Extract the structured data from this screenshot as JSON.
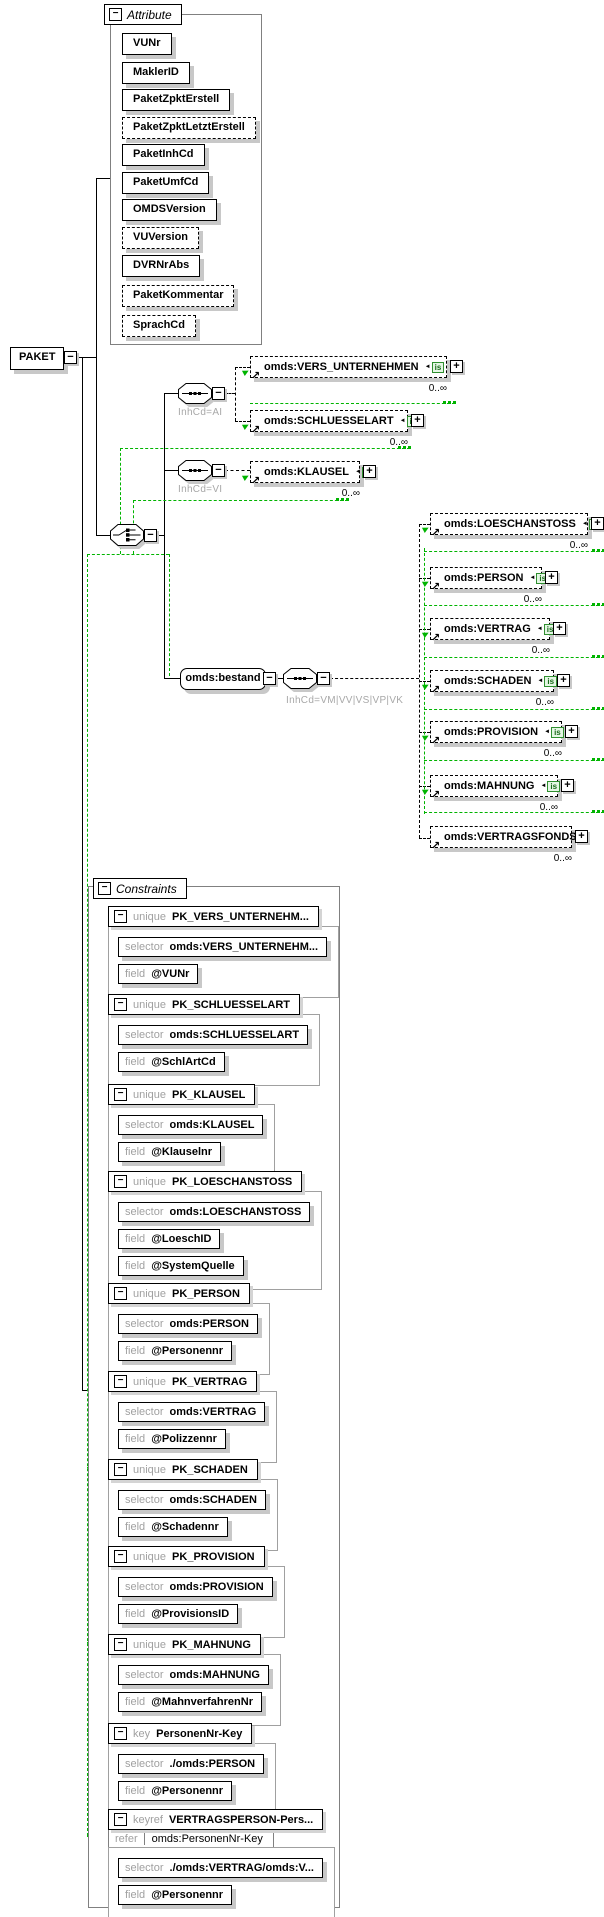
{
  "icons": {
    "collapse": "−",
    "expand": "+",
    "reference_arrow": "↗",
    "badge_arrow": "◄",
    "substitution_badge": "is"
  },
  "colors": {
    "connector_green": "#00b400",
    "shadow_gray": "#c8c8c8",
    "muted_text": "#a0a0a0",
    "badge_green_border": "#2f8f2f",
    "badge_green_bg": "#e4f7e4"
  },
  "root": {
    "label": "PAKET"
  },
  "attribute_group": {
    "title": "Attribute",
    "items": [
      {
        "label": "VUNr",
        "optional": false
      },
      {
        "label": "MaklerID",
        "optional": false
      },
      {
        "label": "PaketZpktErstell",
        "optional": false
      },
      {
        "label": "PaketZpktLetztErstell",
        "optional": true
      },
      {
        "label": "PaketInhCd",
        "optional": false
      },
      {
        "label": "PaketUmfCd",
        "optional": false
      },
      {
        "label": "OMDSVersion",
        "optional": false
      },
      {
        "label": "VUVersion",
        "optional": true
      },
      {
        "label": "DVRNrAbs",
        "optional": false
      },
      {
        "label": "PaketKommentar",
        "optional": true
      },
      {
        "label": "SprachCd",
        "optional": true
      }
    ]
  },
  "tree": {
    "branches": [
      {
        "type": "sequence",
        "condition": "InhCd=AI"
      },
      {
        "type": "sequence",
        "condition": "InhCd=VI"
      },
      {
        "type": "sequence",
        "condition": "InhCd=VM|VV|VS|VP|VK"
      }
    ],
    "bestand": {
      "label": "omds:bestand"
    },
    "elements": {
      "vers_unternehmen": {
        "label": "omds:VERS_UNTERNEHMEN",
        "occurs": "0..∞"
      },
      "schluesselart": {
        "label": "omds:SCHLUESSELART",
        "occurs": "0..∞"
      },
      "klausel": {
        "label": "omds:KLAUSEL",
        "occurs": "0..∞"
      },
      "loeschanstoss": {
        "label": "omds:LOESCHANSTOSS",
        "occurs": "0..∞"
      },
      "person": {
        "label": "omds:PERSON",
        "occurs": "0..∞"
      },
      "vertrag": {
        "label": "omds:VERTRAG",
        "occurs": "0..∞"
      },
      "schaden": {
        "label": "omds:SCHADEN",
        "occurs": "0..∞"
      },
      "provision": {
        "label": "omds:PROVISION",
        "occurs": "0..∞"
      },
      "mahnung": {
        "label": "omds:MAHNUNG",
        "occurs": "0..∞"
      },
      "vertragsfonds": {
        "label": "omds:VERTRAGSFONDS",
        "occurs": "0..∞"
      }
    }
  },
  "constraints": {
    "title": "Constraints",
    "kind_labels": {
      "unique": "unique",
      "key": "key",
      "keyref": "keyref",
      "selector": "selector",
      "field": "field",
      "refer": "refer"
    },
    "items": [
      {
        "kind": "unique",
        "name": "PK_VERS_UNTERNEHM...",
        "selector": "omds:VERS_UNTERNEHM...",
        "fields": [
          "@VUNr"
        ]
      },
      {
        "kind": "unique",
        "name": "PK_SCHLUESSELART",
        "selector": "omds:SCHLUESSELART",
        "fields": [
          "@SchlArtCd"
        ]
      },
      {
        "kind": "unique",
        "name": "PK_KLAUSEL",
        "selector": "omds:KLAUSEL",
        "fields": [
          "@Klauselnr"
        ]
      },
      {
        "kind": "unique",
        "name": "PK_LOESCHANSTOSS",
        "selector": "omds:LOESCHANSTOSS",
        "fields": [
          "@LoeschID",
          "@SystemQuelle"
        ]
      },
      {
        "kind": "unique",
        "name": "PK_PERSON",
        "selector": "omds:PERSON",
        "fields": [
          "@Personennr"
        ]
      },
      {
        "kind": "unique",
        "name": "PK_VERTRAG",
        "selector": "omds:VERTRAG",
        "fields": [
          "@Polizzennr"
        ]
      },
      {
        "kind": "unique",
        "name": "PK_SCHADEN",
        "selector": "omds:SCHADEN",
        "fields": [
          "@Schadennr"
        ]
      },
      {
        "kind": "unique",
        "name": "PK_PROVISION",
        "selector": "omds:PROVISION",
        "fields": [
          "@ProvisionsID"
        ]
      },
      {
        "kind": "unique",
        "name": "PK_MAHNUNG",
        "selector": "omds:MAHNUNG",
        "fields": [
          "@MahnverfahrenNr"
        ]
      },
      {
        "kind": "key",
        "name": "PersonenNr-Key",
        "selector": "./omds:PERSON",
        "fields": [
          "@Personennr"
        ]
      },
      {
        "kind": "keyref",
        "name": "VERTRAGSPERSON-Pers...",
        "refer": "omds:PersonenNr-Key",
        "selector": "./omds:VERTRAG/omds:V...",
        "fields": [
          "@Personennr"
        ]
      }
    ]
  }
}
